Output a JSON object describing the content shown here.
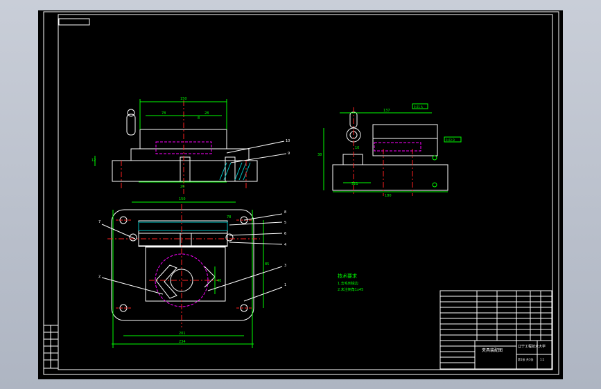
{
  "colors": {
    "background": "#000000",
    "outline": "#ffffff",
    "dimension": "#00ff00",
    "centerline": "#ff2020",
    "hidden": "#ff00ff",
    "leader": "#ffffff",
    "note": "#00ff00",
    "table": "#ffffff",
    "hatch": "#00c0c0"
  },
  "drawing": {
    "front_view": {
      "dims": [
        "150",
        "78",
        "28",
        "12",
        "8",
        "26"
      ]
    },
    "side_view": {
      "dims": [
        "137",
        "180",
        "321",
        "38",
        "10"
      ],
      "gdt": [
        "0.01 A",
        "0.02 B"
      ]
    },
    "top_view": {
      "dims": [
        "150",
        "234",
        "201",
        "78",
        "40",
        "85"
      ]
    },
    "balloons": [
      "10",
      "9",
      "8",
      "5",
      "7",
      "6",
      "4",
      "3",
      "2",
      "1"
    ],
    "notes": {
      "heading": "技术要求",
      "line1": "1.去毛刺锐边",
      "line2": "2.未注倒角1x45"
    },
    "title_block": {
      "drawing_title": "夹具装配图",
      "school": "辽宁工程技术大学",
      "sheet_info": "第1张 共1张",
      "scale": "1:1"
    }
  }
}
